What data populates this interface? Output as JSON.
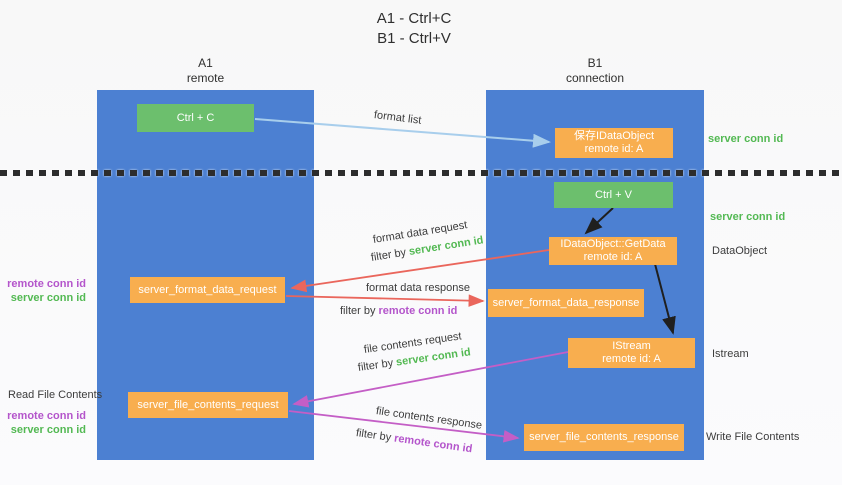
{
  "title": {
    "line1": "A1 - Ctrl+C",
    "line2": "B1 - Ctrl+V"
  },
  "lanes": {
    "left": {
      "title": "A1",
      "subtitle": "remote"
    },
    "right": {
      "title": "B1",
      "subtitle": "connection"
    }
  },
  "nodes": {
    "ctrl_c": {
      "label": "Ctrl + C"
    },
    "ctrl_v": {
      "label": "Ctrl + V"
    },
    "save_idataobject": {
      "line1": "保存IDataObject",
      "line2": "remote id: A"
    },
    "getdata": {
      "line1": "IDataObject::GetData",
      "line2": "remote id: A"
    },
    "istream": {
      "line1": "IStream",
      "line2": "remote id: A"
    },
    "server_format_data_request": {
      "label": "server_format_data_request"
    },
    "server_format_data_response": {
      "label": "server_format_data_response"
    },
    "server_file_contents_request": {
      "label": "server_file_contents_request"
    },
    "server_file_contents_response": {
      "label": "server_file_contents_response"
    }
  },
  "flow_labels": {
    "format_list": "format list",
    "format_data_request": "format data request",
    "format_data_response": "format data response",
    "file_contents_request": "file contents request",
    "file_contents_response": "file contents response",
    "filter_by": "filter by ",
    "server_conn_id": "server conn id",
    "remote_conn_id": "remote conn id"
  },
  "side_labels": {
    "server_conn_id_top": "server conn id",
    "server_conn_id_mid": "server conn id",
    "dataobject": "DataObject",
    "istream": "Istream",
    "write_file_contents": "Write File Contents",
    "read_file_contents": "Read File Contents",
    "remote_conn_id_format": "remote conn id",
    "server_conn_id_format": "server conn id",
    "remote_conn_id_file": "remote conn id",
    "server_conn_id_file": "server conn id"
  },
  "colors": {
    "lane_blue": "#4c80d2",
    "node_green": "#6cbf6d",
    "node_orange": "#f8ae4f",
    "arrow_red": "#ea665c",
    "arrow_magenta": "#c45ec6",
    "arrow_light_blue": "#a8ceec",
    "arrow_black": "#1f1f1f",
    "text_green": "#53b953",
    "text_purple": "#b455cb"
  }
}
